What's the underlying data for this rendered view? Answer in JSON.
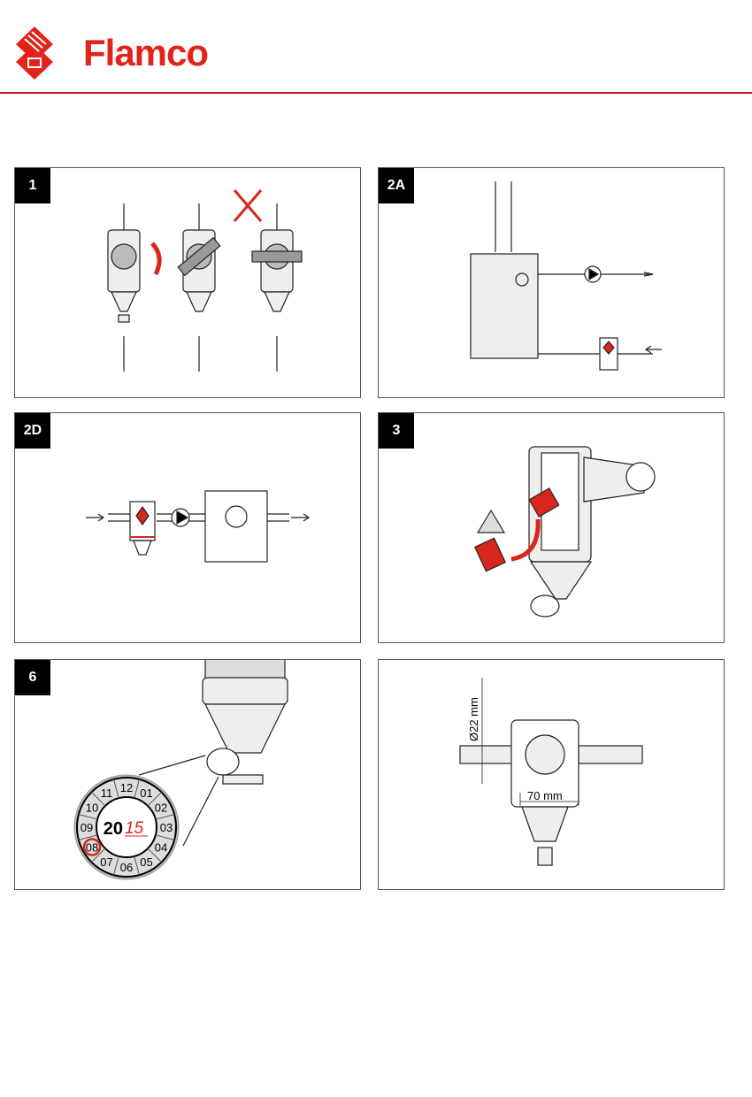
{
  "header": {
    "brand": "Flamco",
    "brand_color": "#e2231a"
  },
  "panels": [
    {
      "label": "1"
    },
    {
      "label": "2A"
    },
    {
      "label": "2D"
    },
    {
      "label": "3"
    },
    {
      "label": "6"
    },
    {
      "label": ""
    }
  ],
  "dial": {
    "year_prefix": "20",
    "year_suffix": "15",
    "months": [
      "12",
      "01",
      "02",
      "03",
      "04",
      "05",
      "06",
      "07",
      "08",
      "09",
      "10",
      "11"
    ],
    "marked_month": "08"
  },
  "dimensions": {
    "diameter": "Ø22 mm",
    "length": "70 mm"
  },
  "accent_color": "#d9261c"
}
